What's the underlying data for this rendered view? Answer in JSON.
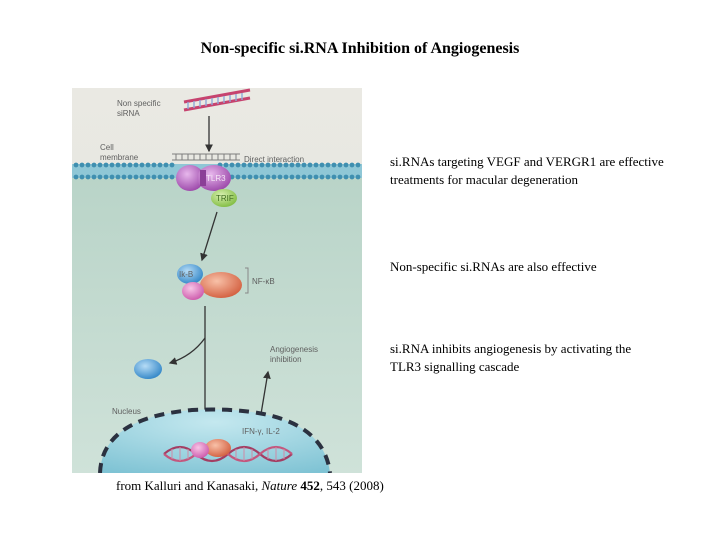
{
  "slide": {
    "title": "Non-specific si.RNA Inhibition of Angiogenesis",
    "notes": [
      "si.RNAs targeting VEGF and VERGR1 are effective treatments for macular degeneration",
      "Non-specific si.RNAs are also effective",
      "si.RNA inhibits angiogenesis by activating the TLR3 signalling cascade"
    ],
    "citation": {
      "prefix": "from Kalluri and Kanasaki, ",
      "journal": "Nature",
      "volume": "452",
      "pages": ", 543 (2008)"
    }
  },
  "diagram": {
    "labels": {
      "nonspecific": "Non specific",
      "sirna": "siRNA",
      "cell": "Cell",
      "membrane": "membrane",
      "direct": "Direct interaction",
      "tlr3": "TLR3",
      "trif": "TRIF",
      "ikb": "Ik-B",
      "nfkb": "NF-κB",
      "angio1": "Angiogenesis",
      "angio2": "inhibition",
      "nucleus": "Nucleus",
      "ifn": "IFN-γ, IL-2"
    },
    "colors": {
      "background": "#c9ddd2",
      "membrane": "#6fb4c8",
      "tlr3": "#b05ab8",
      "trif": "#9ccf5a",
      "nfkb": "#e07b5e",
      "ikb_pink": "#e07fc0",
      "free_protein": "#3f9ad6",
      "nucleus": "#8fd0de"
    }
  }
}
